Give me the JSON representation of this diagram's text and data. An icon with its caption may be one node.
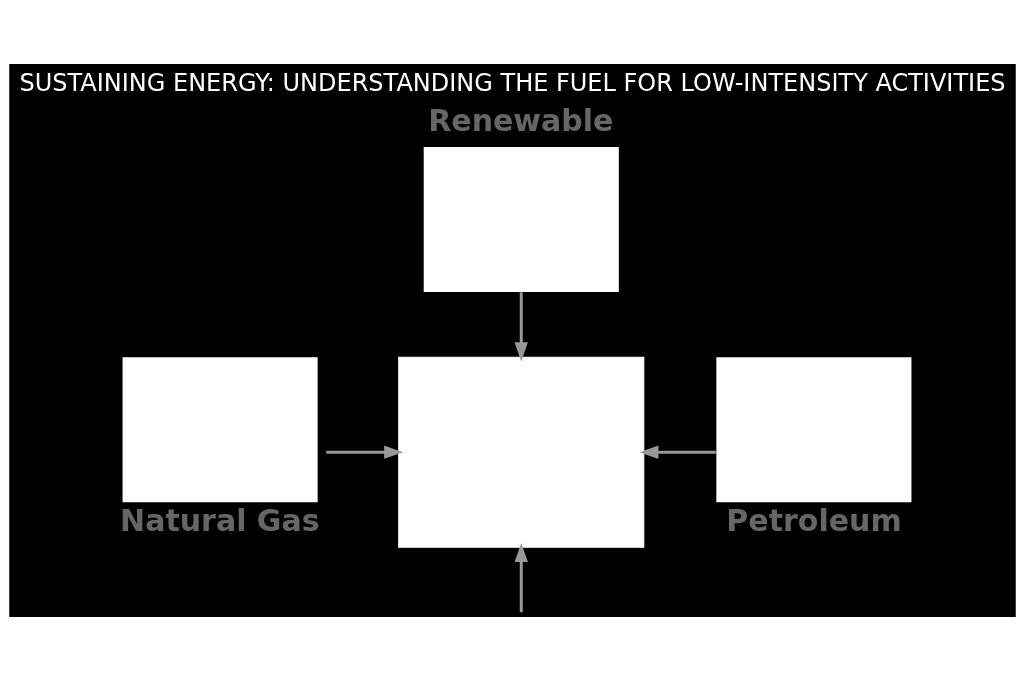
{
  "diagram": {
    "title": "SUSTAINING ENERGY: UNDERSTANDING THE FUEL FOR LOW-INTENSITY ACTIVITIES",
    "nodes": [
      {
        "text": [
          "Renewable"
        ]
      },
      {
        "text": [
          "Natural Gas"
        ]
      },
      {
        "text": [
          "Petroleum"
        ]
      },
      {
        "text": [],
        "shape": "box"
      }
    ],
    "edges": [
      {
        "from": 0,
        "to": 3,
        "arrow": "to"
      },
      {
        "from": 1,
        "to": 3,
        "arrow": "to"
      },
      {
        "from": 2,
        "to": 3,
        "arrow": "to"
      },
      {
        "from": null,
        "to": 3,
        "arrow": "to"
      }
    ]
  }
}
